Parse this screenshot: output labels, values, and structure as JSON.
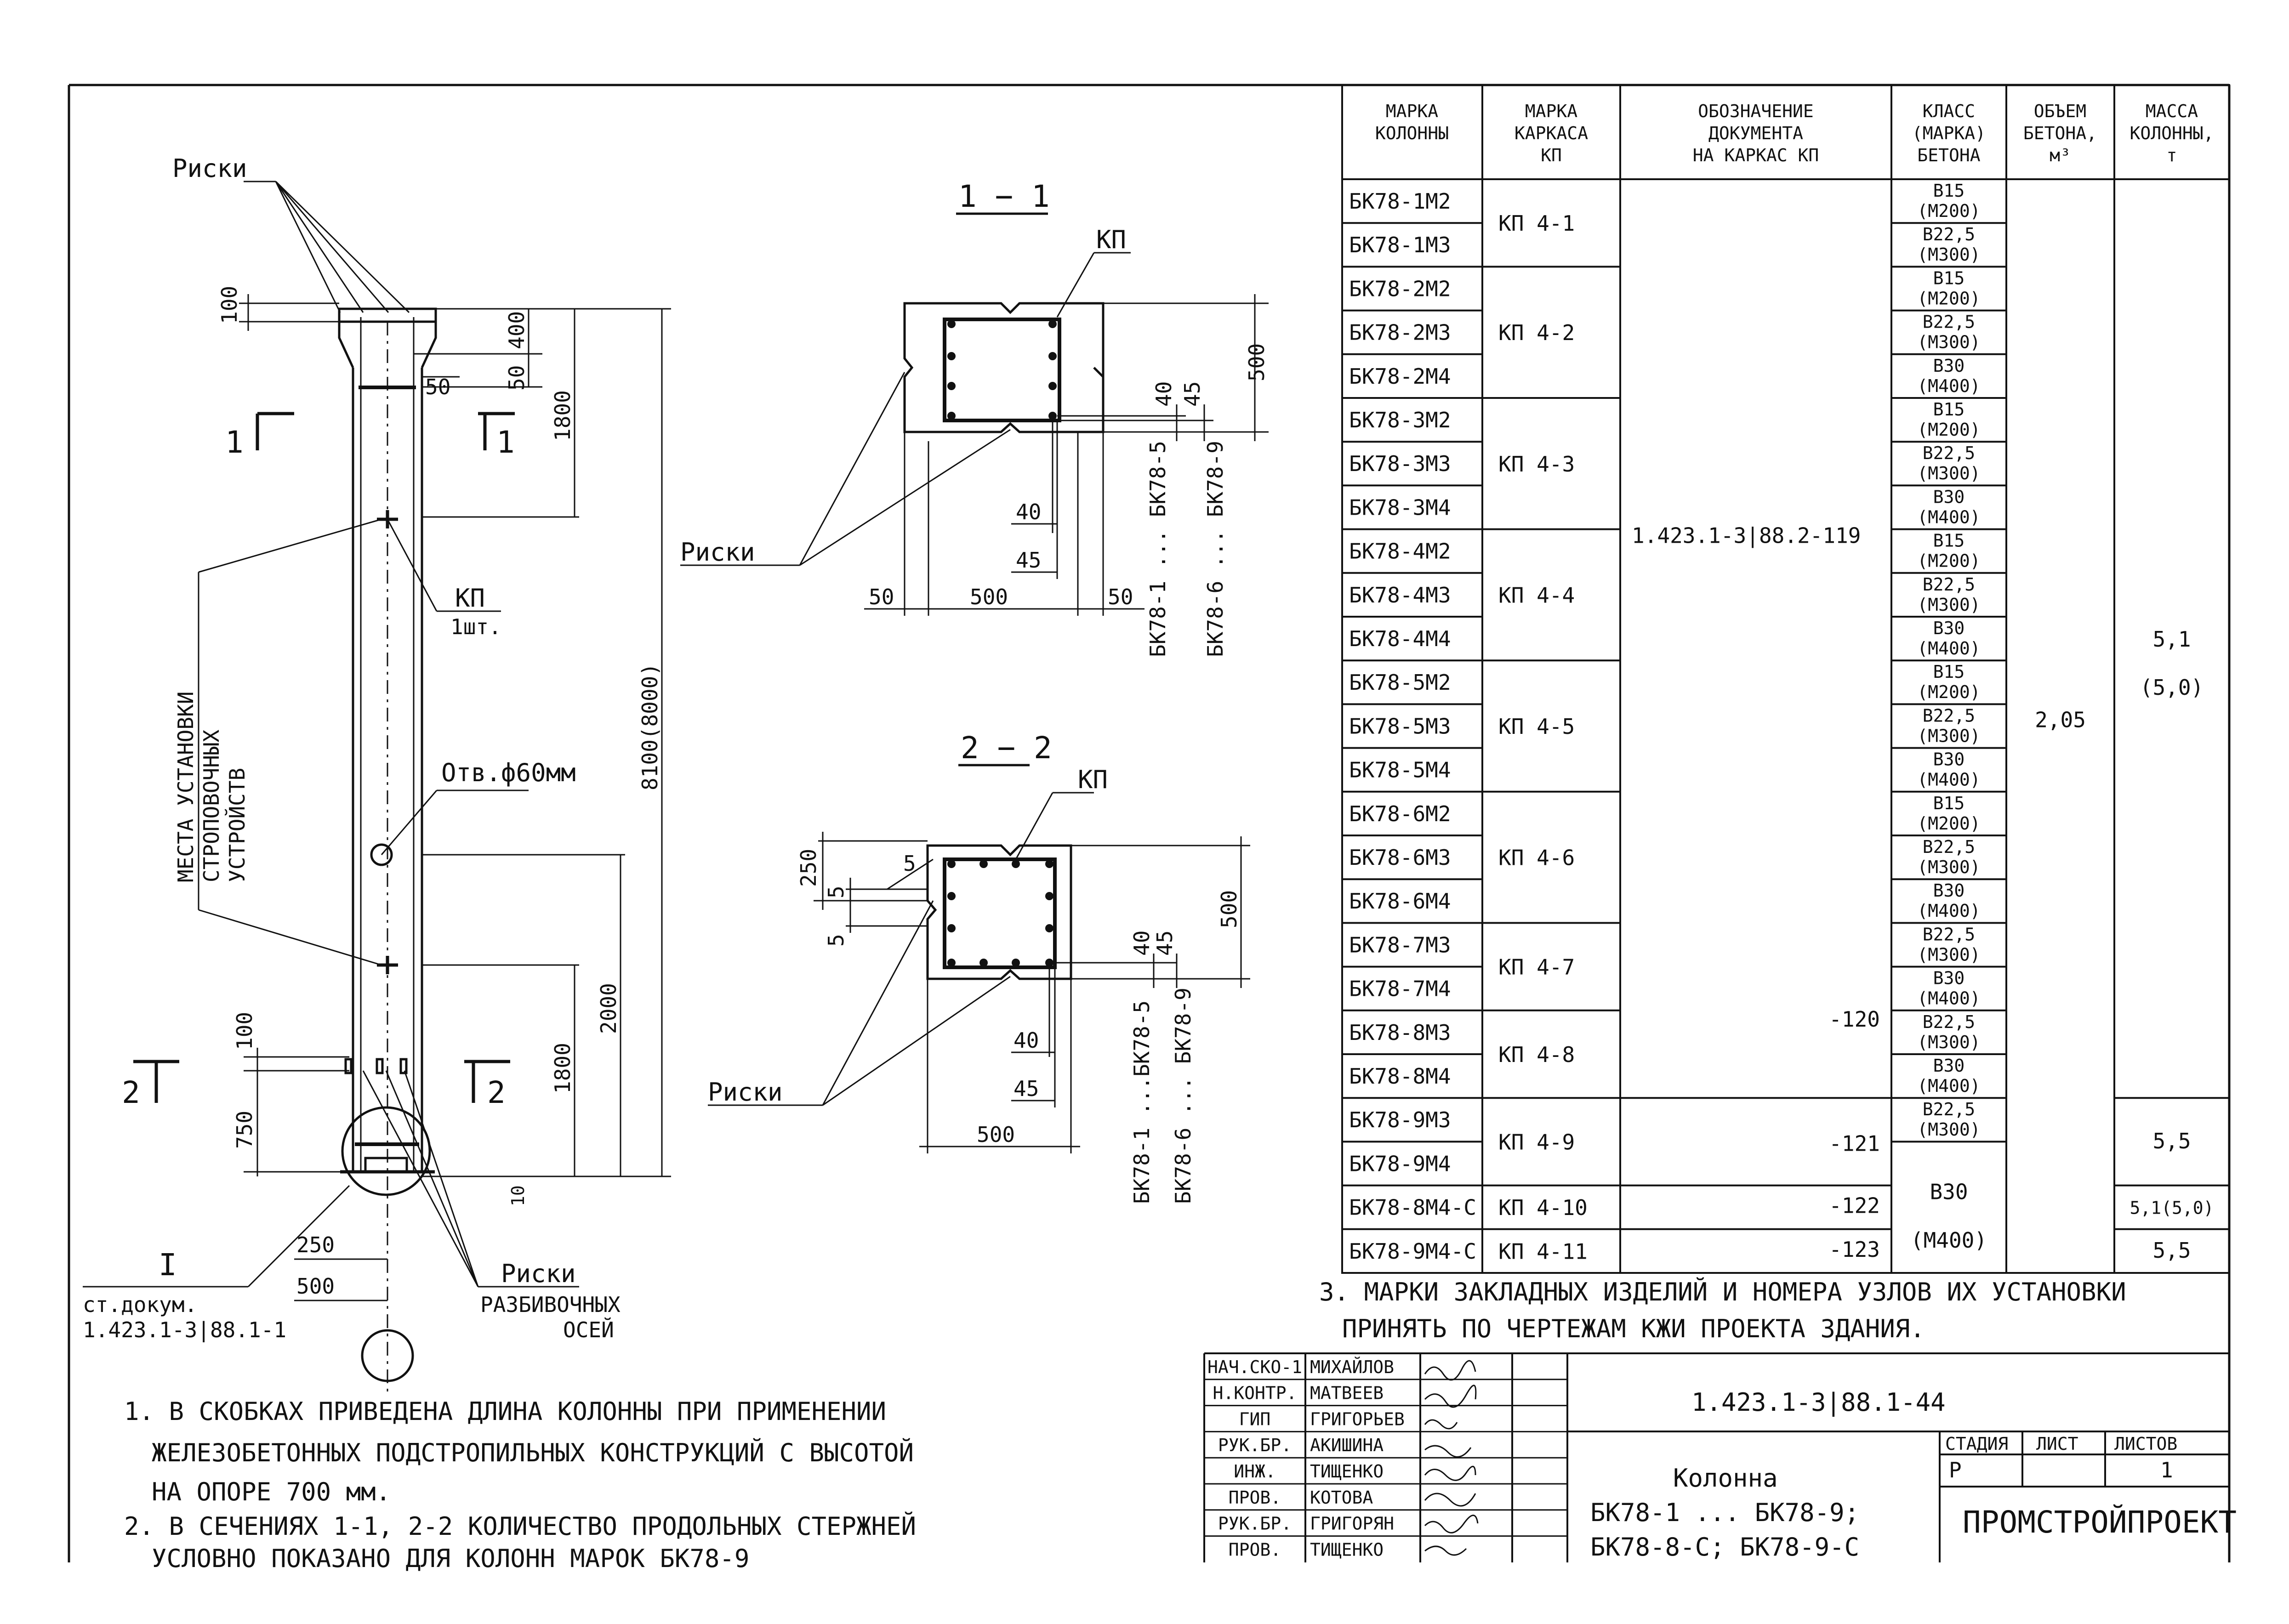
{
  "drawing": {
    "riski_top": "Риски",
    "kp_label": "КП",
    "kp_count": "1шт.",
    "hole_label": "Отв.ф60мм",
    "mounting_places": [
      "МЕСТА УСТАНОВКИ",
      "СТРОПОВОЧНЫХ",
      "УСТРОЙСТВ"
    ],
    "section_1_mark": "1",
    "section_2_mark": "2",
    "dims_column": {
      "d100_top": "100",
      "d400": "400",
      "d50_right": "50",
      "d50_horiz": "50",
      "d1800_top": "1800",
      "d8100": "8100(8000)",
      "d2000": "2000",
      "d100_bottom": "100",
      "d1800_bottom": "1800",
      "d750": "750",
      "d10": "10",
      "d250": "250",
      "d500": "500"
    },
    "node_label": "I",
    "node_ref_line1": "ст.докум.",
    "node_ref_line2": "1.423.1-3|88.1-1",
    "riski_bottom": "Риски",
    "axes_label": [
      "РАЗБИВОЧНЫХ",
      "ОСЕЙ"
    ]
  },
  "section_1_1": {
    "title": "1 − 1",
    "kp": "КП",
    "riski": "Риски",
    "dims": {
      "d500_h": "500",
      "d50_l": "50",
      "d50_r": "50",
      "d500_v": "500",
      "d40_v": "40",
      "d45_v": "45",
      "d40_h": "40",
      "d45_h": "45"
    },
    "range_a": "БК78-1 ... БК78-5",
    "range_b": "БК78-6 ... БК78-9"
  },
  "section_2_2": {
    "title": "2 − 2",
    "kp": "КП",
    "riski": "Риски",
    "dims": {
      "d250": "250",
      "d5a": "5",
      "d5b": "5",
      "d5c": "5",
      "d500_v": "500",
      "d40_v": "40",
      "d45_v": "45",
      "d40_h": "40",
      "d45_h": "45",
      "d500_h": "500"
    },
    "range_a": "БК78-1 ...БК78-5",
    "range_b": "БК78-6 ... БК78-9"
  },
  "table": {
    "headers": [
      [
        "МАРКА",
        "КОЛОННЫ"
      ],
      [
        "МАРКА",
        "КАРКАСА",
        "КП"
      ],
      [
        "ОБОЗНАЧЕНИЕ",
        "ДОКУМЕНТА",
        "НА КАРКАС КП"
      ],
      [
        "КЛАСС",
        "(МАРКА)",
        "БЕТОНА"
      ],
      [
        "ОБЪЕМ",
        "БЕТОНА,",
        "м³"
      ],
      [
        "МАССА",
        "КОЛОННЫ,",
        "т"
      ]
    ],
    "marks": [
      "БК78-1М2",
      "БК78-1М3",
      "БК78-2М2",
      "БК78-2М3",
      "БК78-2М4",
      "БК78-3М2",
      "БК78-3М3",
      "БК78-3М4",
      "БК78-4М2",
      "БК78-4М3",
      "БК78-4М4",
      "БК78-5М2",
      "БК78-5М3",
      "БК78-5М4",
      "БК78-6М2",
      "БК78-6М3",
      "БК78-6М4",
      "БК78-7М3",
      "БК78-7М4",
      "БК78-8М3",
      "БК78-8М4",
      "БК78-9М3",
      "БК78-9М4",
      "БК78-8М4-С",
      "БК78-9М4-С"
    ],
    "kp_groups": [
      "КП 4-1",
      "КП 4-2",
      "КП 4-3",
      "КП 4-4",
      "КП 4-5",
      "КП 4-6",
      "КП 4-7",
      "КП 4-8",
      "КП 4-9",
      "КП 4-10",
      "КП 4-11"
    ],
    "doc_main": "1.423.1-3|88.2-119",
    "doc_120": "-120",
    "doc_121": "-121",
    "doc_122": "-122",
    "doc_123": "-123",
    "classes": [
      [
        "В15",
        "(М200)"
      ],
      [
        "В22,5",
        "(М300)"
      ],
      [
        "В15",
        "(М200)"
      ],
      [
        "В22,5",
        "(М300)"
      ],
      [
        "В30",
        "(М400)"
      ],
      [
        "В15",
        "(М200)"
      ],
      [
        "В22,5",
        "(М300)"
      ],
      [
        "В30",
        "(М400)"
      ],
      [
        "В15",
        "(М200)"
      ],
      [
        "В22,5",
        "(М300)"
      ],
      [
        "В30",
        "(М400)"
      ],
      [
        "В15",
        "(М200)"
      ],
      [
        "В22,5",
        "(М300)"
      ],
      [
        "В30",
        "(М400)"
      ],
      [
        "В15",
        "(М200)"
      ],
      [
        "В22,5",
        "(М300)"
      ],
      [
        "В30",
        "(М400)"
      ],
      [
        "В22,5",
        "(М300)"
      ],
      [
        "В30",
        "(М400)"
      ],
      [
        "В22,5",
        "(М300)"
      ],
      [
        "В30",
        "(М400)"
      ],
      [
        "В22,5",
        "(М300)"
      ]
    ],
    "class_tail": [
      "В30",
      "(М400)"
    ],
    "volume": "2,05",
    "mass_main": "5,1",
    "mass_main_alt": "(5,0)",
    "mass_9": "5,5",
    "mass_8c": "5,1(5,0)",
    "mass_9c": "5,5"
  },
  "notes": {
    "note1": [
      "1. В СКОБКАХ ПРИВЕДЕНА ДЛИНА  КОЛОННЫ ПРИ ПРИМЕНЕНИИ",
      "ЖЕЛЕЗОБЕТОННЫХ ПОДСТРОПИЛЬНЫХ КОНСТРУКЦИЙ С ВЫСОТОЙ",
      "НА ОПОРЕ 700 мм."
    ],
    "note2": [
      "2. В СЕЧЕНИЯХ 1-1, 2-2 КОЛИЧЕСТВО ПРОДОЛЬНЫХ  СТЕРЖНЕЙ",
      "УСЛОВНО ПОКАЗАНО ДЛЯ КОЛОНН МАРОК БК78-9"
    ],
    "note3": [
      "3. МАРКИ  ЗАКЛАДНЫХ  ИЗДЕЛИЙ  И НОМЕРА УЗЛОВ ИХ УСТАНОВКИ",
      "ПРИНЯТЬ  ПО ЧЕРТЕЖАМ КЖИ ПРОЕКТА ЗДАНИЯ."
    ]
  },
  "title_block": {
    "roles": [
      "НАЧ.СКО-1",
      "Н.КОНТР.",
      "ГИП",
      "РУК.БР.",
      "ИНЖ.",
      "ПРОВ.",
      "РУК.БР.",
      "ПРОВ."
    ],
    "names": [
      "МИХАЙЛОВ",
      "МАТВЕЕВ",
      "ГРИГОРЬЕВ",
      "АКИШИНА",
      "ТИЩЕНКО",
      "КОТОВА",
      "ГРИГОРЯН",
      "ТИЩЕНКО"
    ],
    "doc_code": "1.423.1-3|88.1-44",
    "name_line1": "Колонна",
    "name_line2": "БК78-1  ...  БК78-9;",
    "name_line3": "БК78-8-С;  БК78-9-С",
    "stage_h": "СТАДИЯ",
    "sheet_h": "ЛИСТ",
    "sheets_h": "ЛИСТОВ",
    "stage": "Р",
    "sheet": "",
    "sheets": "1",
    "org": "ПРОМСТРОЙПРОЕКТ"
  }
}
